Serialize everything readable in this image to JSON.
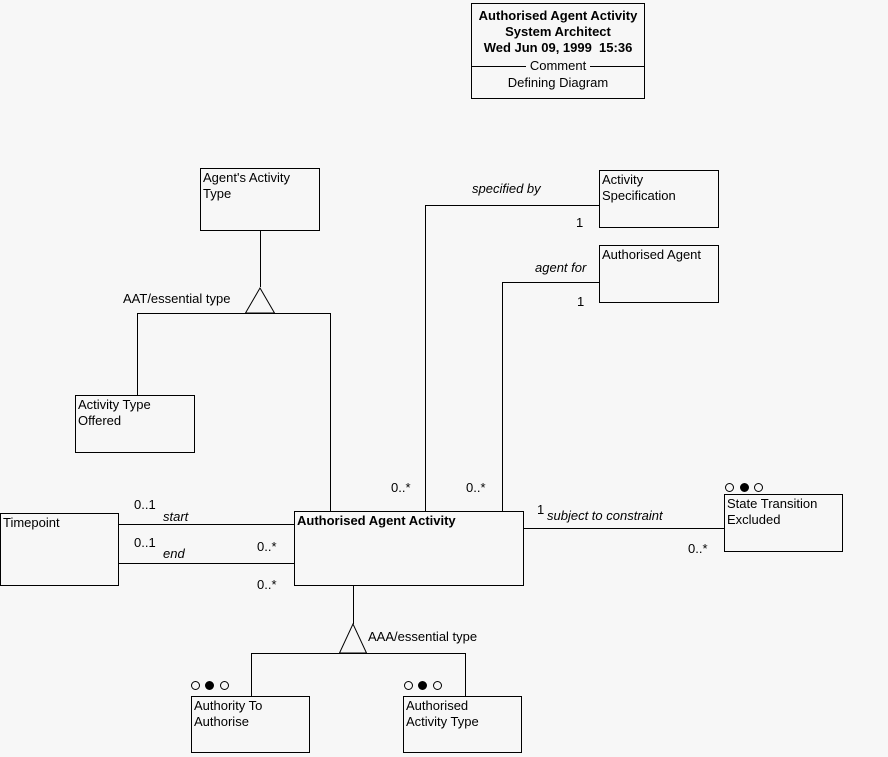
{
  "title_box": {
    "line1": "Authorised Agent Activity",
    "line2": "System Architect",
    "line3": "Wed Jun 09, 1999  15:36",
    "separator_label": "Comment",
    "line4": "Defining Diagram"
  },
  "nodes": {
    "agents_activity_type": {
      "label": "Agent's Activity\nType"
    },
    "activity_specification": {
      "label": "Activity\nSpecification"
    },
    "authorised_agent": {
      "label": "Authorised Agent"
    },
    "activity_type_offered": {
      "label": "Activity Type\nOffered"
    },
    "timepoint": {
      "label": "Timepoint"
    },
    "authorised_agent_activity": {
      "label": "Authorised Agent Activity"
    },
    "state_transition_excluded": {
      "label": "State Transition\nExcluded"
    },
    "authority_to_authorise": {
      "label": "Authority To\nAuthorise"
    },
    "authorised_activity_type": {
      "label": "Authorised\nActivity Type"
    }
  },
  "edge_labels": {
    "specified_by": "specified by",
    "agent_for": "agent for",
    "aat_essential_type": "AAT/essential type",
    "aaa_essential_type": "AAA/essential type",
    "subject_to_constraint": "subject to constraint",
    "start": "start",
    "end": "end"
  },
  "multiplicities": {
    "specified_by_one": "1",
    "agent_for_one": "1",
    "specified_by_many": "0..*",
    "agent_for_many": "0..*",
    "start_zero_one": "0..1",
    "end_zero_one": "0..1",
    "start_many": "0..*",
    "end_many": "0..*",
    "constraint_one": "1",
    "constraint_many": "0..*"
  },
  "icons": {
    "open_circle": "circle-open-icon",
    "filled_circle": "circle-filled-icon"
  },
  "colors": {
    "background": "#f7f7f7",
    "line": "#000000",
    "text": "#000000"
  }
}
